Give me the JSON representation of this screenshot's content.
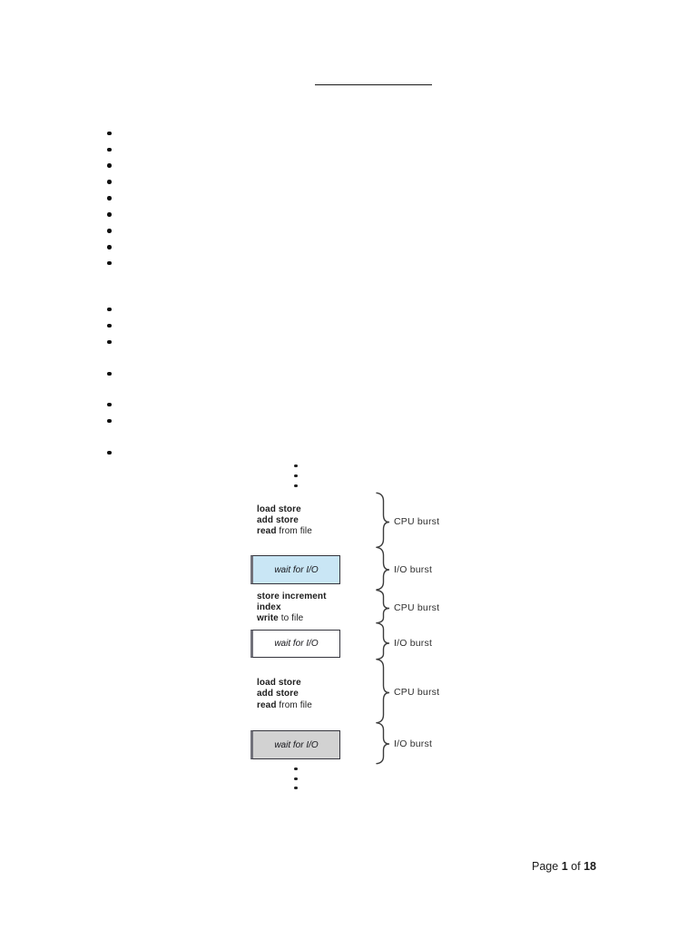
{
  "bullet_lists": [
    {
      "bullet_count": 9
    },
    {
      "bullet_count": 3
    },
    {
      "bullet_count": 1
    },
    {
      "bullet_count": 2
    },
    {
      "bullet_count": 1
    }
  ],
  "figure": {
    "code_blocks": [
      {
        "lines": [
          {
            "bold": "load store",
            "rest": ""
          },
          {
            "bold": "add store",
            "rest": ""
          },
          {
            "bold": "read",
            "rest": " from file"
          }
        ]
      },
      {
        "lines": [
          {
            "bold": "store increment",
            "rest": ""
          },
          {
            "bold": "index",
            "rest": ""
          },
          {
            "bold": "write",
            "rest": " to file"
          }
        ]
      },
      {
        "lines": [
          {
            "bold": "load store",
            "rest": ""
          },
          {
            "bold": "add store",
            "rest": ""
          },
          {
            "bold": "read",
            "rest": " from file"
          }
        ]
      }
    ],
    "wait_boxes": [
      {
        "label": "wait for I/O",
        "fill": "#c9e6f5"
      },
      {
        "label": "wait for I/O",
        "fill": "#ffffff"
      },
      {
        "label": "wait for I/O",
        "fill": "#d2d2d2"
      }
    ],
    "burst_labels": [
      "CPU burst",
      "I/O burst",
      "CPU burst",
      "I/O burst",
      "CPU burst",
      "I/O burst"
    ],
    "colors": {
      "io_wait_blue": "#c9e6f5",
      "io_wait_gray": "#d2d2d2",
      "line_dark": "#3c3c3c"
    }
  },
  "footer": {
    "page_word": "Page",
    "page_number": "1",
    "of_word": "of",
    "page_total": "18"
  }
}
